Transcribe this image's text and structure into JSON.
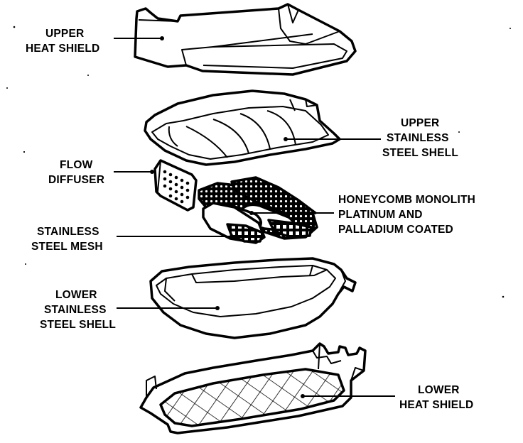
{
  "labels": {
    "upper_heat_shield": [
      "UPPER",
      "HEAT SHIELD"
    ],
    "upper_stainless_steel_shell": [
      "UPPER",
      "STAINLESS",
      "STEEL SHELL"
    ],
    "flow_diffuser": [
      "FLOW",
      "DIFFUSER"
    ],
    "honeycomb_monolith": [
      "HONEYCOMB MONOLITH",
      "PLATINUM AND",
      "PALLADIUM COATED"
    ],
    "stainless_steel_mesh": [
      "STAINLESS",
      "STEEL MESH"
    ],
    "lower_stainless_steel_shell": [
      "LOWER",
      "STAINLESS",
      "STEEL SHELL"
    ],
    "lower_heat_shield": [
      "LOWER",
      "HEAT SHIELD"
    ]
  },
  "colors": {
    "ink": "#000000",
    "paper": "#ffffff"
  }
}
